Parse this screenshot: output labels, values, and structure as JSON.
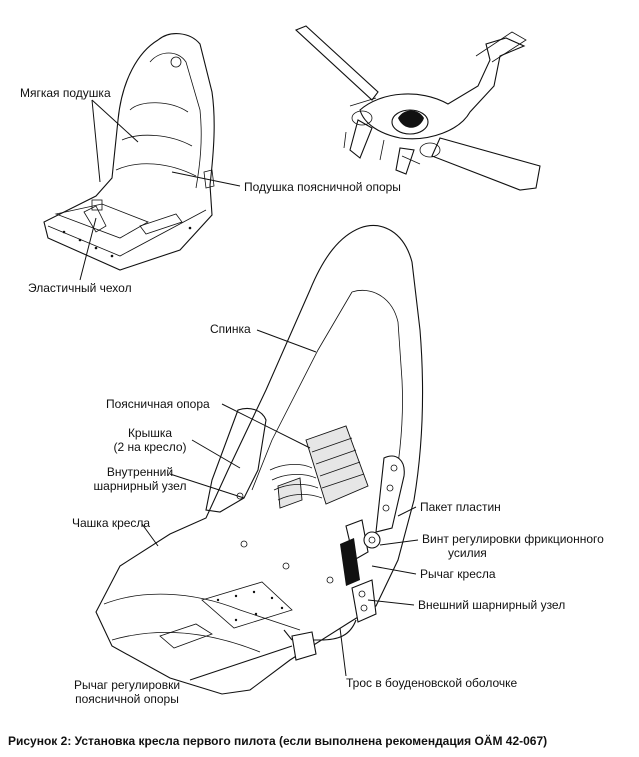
{
  "labels": {
    "soft_cushion": "Мягкая подушка",
    "lumbar_cushion": "Подушка поясничной опоры",
    "elastic_cover": "Эластичный чехол",
    "backrest": "Спинка",
    "lumbar_support": "Поясничная опора",
    "cover_line1": "Крышка",
    "cover_line2": "(2 на кресло)",
    "inner_hinge_line1": "Внутренний",
    "inner_hinge_line2": "шарнирный узел",
    "seat_pan": "Чашка кресла",
    "plate_pack": "Пакет пластин",
    "friction_screw_line1": "Винт регулировки фрикционного",
    "friction_screw_line2": "усилия",
    "seat_lever": "Рычаг кресла",
    "outer_hinge": "Внешний шарнирный узел",
    "bowden_cable": "Трос в боуденовской оболочке",
    "lumbar_lever_line1": "Рычаг регулировки",
    "lumbar_lever_line2": "поясничной опоры"
  },
  "caption": "Рисунок 2: Установка кресла первого пилота (если выполнена рекомендация OÄM 42-067)"
}
